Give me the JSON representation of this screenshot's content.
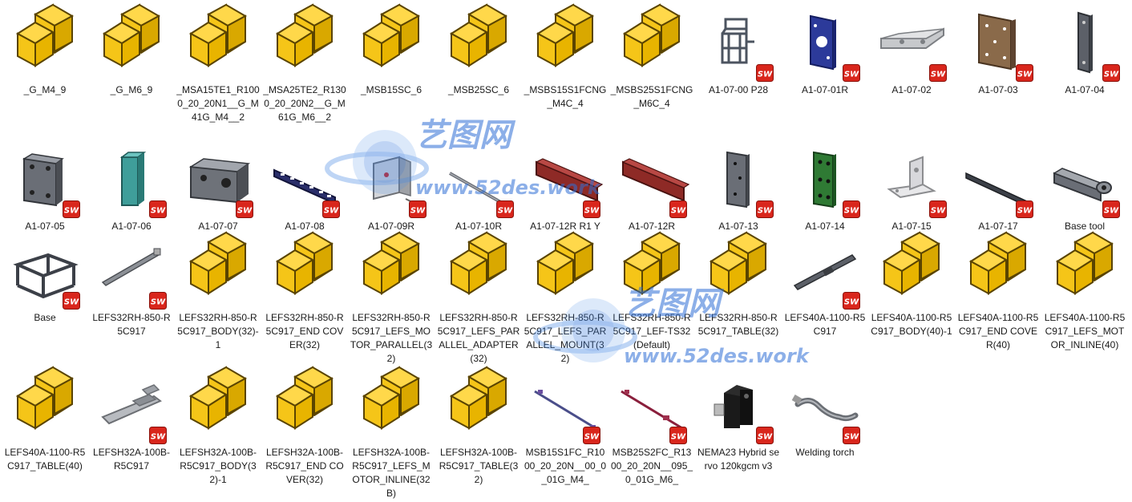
{
  "items": [
    {
      "label": "_G_M4_9",
      "icon": "generic-part-icon",
      "type": "generic"
    },
    {
      "label": "_G_M6_9",
      "icon": "generic-part-icon",
      "type": "generic"
    },
    {
      "label": "_MSA15TE1_R1000_20_20N1__G_M41G_M4__2",
      "icon": "generic-part-icon",
      "type": "generic"
    },
    {
      "label": "_MSA25TE2_R1300_20_20N2__G_M61G_M6__2",
      "icon": "generic-part-icon",
      "type": "generic"
    },
    {
      "label": "_MSB15SC_6",
      "icon": "generic-part-icon",
      "type": "generic"
    },
    {
      "label": "_MSB25SC_6",
      "icon": "generic-part-icon",
      "type": "generic"
    },
    {
      "label": "_MSBS15S1FCNG_M4C_4",
      "icon": "generic-part-icon",
      "type": "generic"
    },
    {
      "label": "_MSBS25S1FCNG_M6C_4",
      "icon": "generic-part-icon",
      "type": "generic"
    },
    {
      "label": "A1-07-00 P28",
      "icon": "frame-assembly-icon",
      "type": "frame"
    },
    {
      "label": "A1-07-01R",
      "icon": "blue-plate-icon",
      "type": "blueplate"
    },
    {
      "label": "A1-07-02",
      "icon": "gray-bracket-icon",
      "type": "bracket"
    },
    {
      "label": "A1-07-03",
      "icon": "brown-plate-icon",
      "type": "brownplate"
    },
    {
      "label": "A1-07-04",
      "icon": "gray-strip-icon",
      "type": "strip"
    },
    {
      "label": "A1-07-05",
      "icon": "gray-block-icon",
      "type": "grayblock"
    },
    {
      "label": "A1-07-06",
      "icon": "teal-column-icon",
      "type": "teal"
    },
    {
      "label": "A1-07-07",
      "icon": "gray-holed-block-icon",
      "type": "holedblock"
    },
    {
      "label": "A1-07-08",
      "icon": "navy-rail-icon",
      "type": "navyrail"
    },
    {
      "label": "A1-07-09R",
      "icon": "angle-bracket-icon",
      "type": "angle"
    },
    {
      "label": "A1-07-10R",
      "icon": "thin-rod-icon",
      "type": "rod"
    },
    {
      "label": "A1-07-12R R1 Y",
      "icon": "red-beam-icon",
      "type": "redbeam"
    },
    {
      "label": "A1-07-12R",
      "icon": "red-beam-icon",
      "type": "redbeam"
    },
    {
      "label": "A1-07-13",
      "icon": "gray-plate-icon",
      "type": "grayplate"
    },
    {
      "label": "A1-07-14",
      "icon": "green-plate-icon",
      "type": "greenplate"
    },
    {
      "label": "A1-07-15",
      "icon": "white-bracket-icon",
      "type": "whitebracket"
    },
    {
      "label": "A1-07-17",
      "icon": "long-rod-icon",
      "type": "longrod"
    },
    {
      "label": "Base tool",
      "icon": "base-tool-icon",
      "type": "basetool"
    },
    {
      "label": "Base",
      "icon": "base-frame-icon",
      "type": "baseframe"
    },
    {
      "label": "LEFS32RH-850-R5C917",
      "icon": "actuator-icon",
      "type": "actuator"
    },
    {
      "label": "LEFS32RH-850-R5C917_BODY(32)-1",
      "icon": "generic-part-icon",
      "type": "generic"
    },
    {
      "label": "LEFS32RH-850-R5C917_END COVER(32)",
      "icon": "generic-part-icon",
      "type": "generic"
    },
    {
      "label": "LEFS32RH-850-R5C917_LEFS_MOTOR_PARALLEL(32)",
      "icon": "generic-part-icon",
      "type": "generic"
    },
    {
      "label": "LEFS32RH-850-R5C917_LEFS_PARALLEL_ADAPTER(32)",
      "icon": "generic-part-icon",
      "type": "generic"
    },
    {
      "label": "LEFS32RH-850-R5C917_LEFS_PARALLEL_MOUNT(32)",
      "icon": "generic-part-icon",
      "type": "generic"
    },
    {
      "label": "LEFS32RH-850-R5C917_LEF-TS32(Default)",
      "icon": "generic-part-icon",
      "type": "generic"
    },
    {
      "label": "LEFS32RH-850-R5C917_TABLE(32)",
      "icon": "generic-part-icon",
      "type": "generic"
    },
    {
      "label": "LEFS40A-1100-R5C917",
      "icon": "actuator-icon",
      "type": "actuator2"
    },
    {
      "label": "LEFS40A-1100-R5C917_BODY(40)-1",
      "icon": "generic-part-icon",
      "type": "generic"
    },
    {
      "label": "LEFS40A-1100-R5C917_END COVER(40)",
      "icon": "generic-part-icon",
      "type": "generic"
    },
    {
      "label": "LEFS40A-1100-R5C917_LEFS_MOTOR_INLINE(40)",
      "icon": "generic-part-icon",
      "type": "generic"
    },
    {
      "label": "LEFS40A-1100-R5C917_TABLE(40)",
      "icon": "generic-part-icon",
      "type": "generic"
    },
    {
      "label": "LEFSH32A-100B-R5C917",
      "icon": "slide-unit-icon",
      "type": "slide"
    },
    {
      "label": "LEFSH32A-100B-R5C917_BODY(32)-1",
      "icon": "generic-part-icon",
      "type": "generic"
    },
    {
      "label": "LEFSH32A-100B-R5C917_END COVER(32)",
      "icon": "generic-part-icon",
      "type": "generic"
    },
    {
      "label": "LEFSH32A-100B-R5C917_LEFS_MOTOR_INLINE(32B)",
      "icon": "generic-part-icon",
      "type": "generic"
    },
    {
      "label": "LEFSH32A-100B-R5C917_TABLE(32)",
      "icon": "generic-part-icon",
      "type": "generic"
    },
    {
      "label": "MSB15S1FC_R1000_20_20N__00_0_01G_M4_",
      "icon": "linear-guide-icon",
      "type": "guide"
    },
    {
      "label": "MSB25S2FC_R1300_20_20N__095_0_01G_M6_",
      "icon": "linear-guide-icon",
      "type": "guide2"
    },
    {
      "label": "NEMA23 Hybrid servo 120kgcm v3",
      "icon": "servo-motor-icon",
      "type": "motor"
    },
    {
      "label": "Welding torch",
      "icon": "welding-torch-icon",
      "type": "torch"
    }
  ],
  "watermark": {
    "brand": "艺图网",
    "url": "www.52des.work"
  },
  "badge_text": "SW",
  "colors": {
    "generic_fill": "#f5c518",
    "generic_stroke": "#6b5200",
    "badge_red": "#d9261c"
  }
}
